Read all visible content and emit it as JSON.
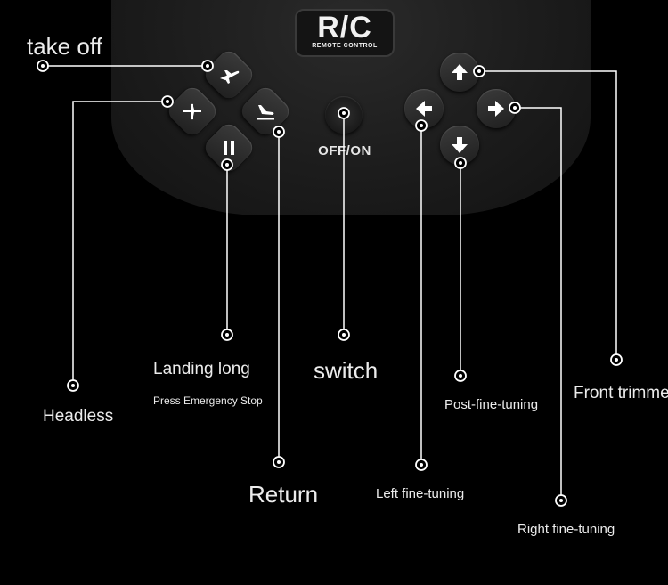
{
  "badge": {
    "title": "R/C",
    "subtitle": "REMOTE CONTROL"
  },
  "switch_text": "OFF/ON",
  "labels": {
    "take_off": "take off",
    "headless": "Headless",
    "landing": "Landing long",
    "emergency": "Press Emergency Stop",
    "return": "Return",
    "switch": "switch",
    "left_fine": "Left fine-tuning",
    "post_fine": "Post-fine-tuning",
    "front_trimmer": "Front trimmer",
    "right_fine": "Right fine-tuning"
  },
  "colors": {
    "background": "#000000",
    "line": "#ffffff",
    "body": "#1c1c1c",
    "text": "#ececec"
  },
  "icons": [
    "takeoff-plane-icon",
    "headless-plane-icon",
    "landing-plane-icon",
    "pause-icon",
    "arrow-up-icon",
    "arrow-left-icon",
    "arrow-right-icon",
    "arrow-down-icon"
  ]
}
